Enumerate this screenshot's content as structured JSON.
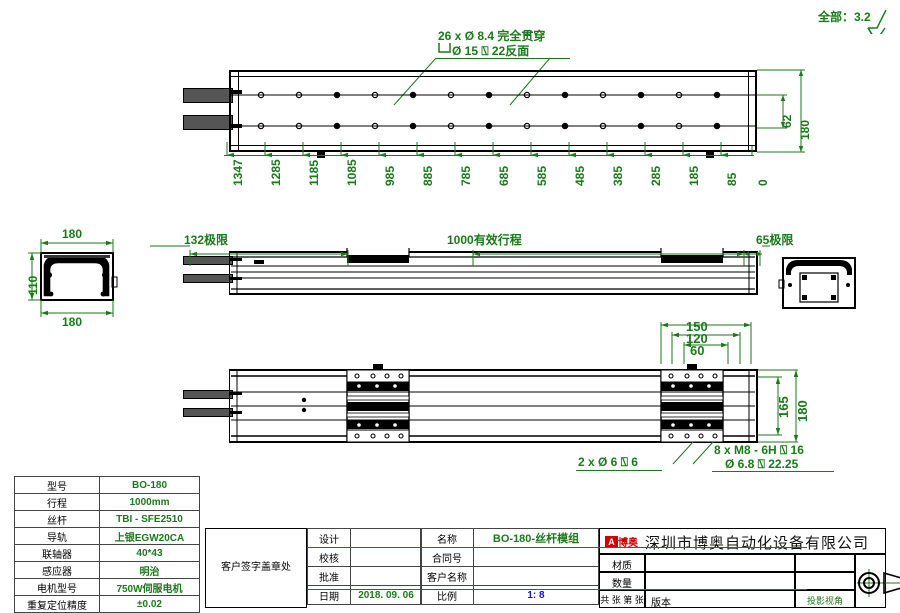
{
  "sheet": {
    "surface_note": "全部：3.2",
    "hole_note_line1": "26 x Ø 8.4 完全贯穿",
    "hole_note_line2": "Ø 15 ⍂ 22反面",
    "carriage_note_left": "2 x Ø 6 ⍂ 6",
    "carriage_note_right_line1": "8 x M8 - 6H ⍂ 16",
    "carriage_note_right_line2": "Ø 6.8 ⍂ 22.25"
  },
  "top_view": {
    "hole_pitch_labels": [
      "1347",
      "1285",
      "1185",
      "1085",
      "985",
      "885",
      "785",
      "685",
      "585",
      "485",
      "385",
      "285",
      "185",
      "85",
      "0"
    ],
    "height_inner": "62",
    "height_outer": "180"
  },
  "front_view": {
    "stroke_left_limit": "132极限",
    "effective_stroke": "1000有效行程",
    "stroke_right_limit": "65极限"
  },
  "left_section_view": {
    "width_top": "180",
    "width_bottom": "180",
    "height": "110"
  },
  "bottom_view": {
    "dim_150": "150",
    "dim_120": "120",
    "dim_60": "60",
    "dim_165": "165",
    "dim_180": "180"
  },
  "spec_table": {
    "rows": [
      {
        "label": "型号",
        "value": "BO-180"
      },
      {
        "label": "行程",
        "value": "1000mm"
      },
      {
        "label": "丝杆",
        "value": "TBI - SFE2510"
      },
      {
        "label": "导轨",
        "value": "上银EGW20CA"
      },
      {
        "label": "联轴器",
        "value": "40*43"
      },
      {
        "label": "感应器",
        "value": "明治"
      },
      {
        "label": "电机型号",
        "value": "750W伺服电机"
      },
      {
        "label": "重复定位精度",
        "value": "±0.02"
      }
    ]
  },
  "title_block": {
    "customer_sign": "客户签字盖章处",
    "approval_rows": [
      {
        "label": "设计",
        "value": ""
      },
      {
        "label": "校核",
        "value": ""
      },
      {
        "label": "批准",
        "value": ""
      },
      {
        "label": "日期",
        "value": "2018. 09. 06"
      }
    ],
    "info_rows": [
      {
        "label": "名称",
        "value": "BO-180-丝杆模组"
      },
      {
        "label": "合同号",
        "value": ""
      },
      {
        "label": "客户名称",
        "value": ""
      },
      {
        "label": "比例",
        "value": "1: 8"
      }
    ],
    "company_name": "深圳市博奥自动化设备有限公司",
    "logo_text": "博奥",
    "material_label": "材质",
    "material_value": "",
    "quantity_label": "数量",
    "quantity_value": "",
    "sheets_label": "共  张  第  张",
    "version_label": "版本",
    "version_value": "",
    "projection_label": "投影视角"
  },
  "colors": {
    "dimension": "#1a7a1a",
    "outline": "#000000",
    "scale_value": "#1414c8",
    "logo": "#d40000"
  }
}
